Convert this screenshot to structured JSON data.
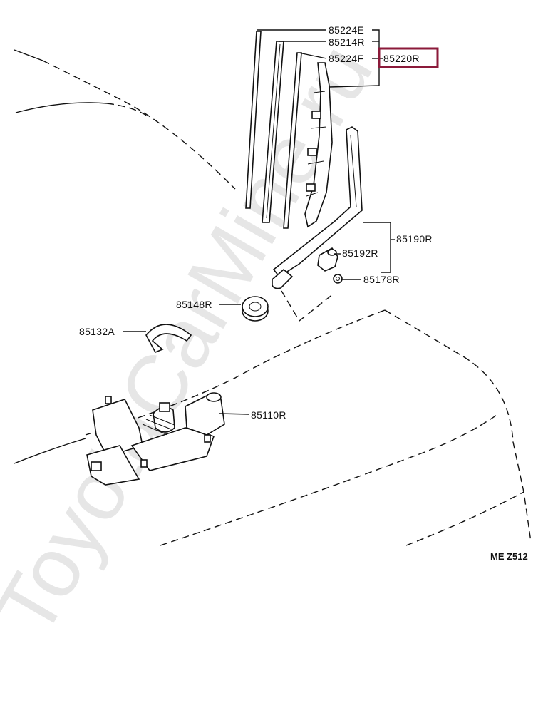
{
  "watermark": "ToyotaCarMine.ru",
  "diagram_code": "ME Z512",
  "highlight_color": "#8b1a3a",
  "parts": {
    "p85224e": "85224E",
    "p85214r": "85214R",
    "p85224f": "85224F",
    "p85220r": "85220R",
    "p85190r": "85190R",
    "p85192r": "85192R",
    "p85178r": "85178R",
    "p85148r": "85148R",
    "p85132a": "85132A",
    "p85110r": "85110R"
  }
}
